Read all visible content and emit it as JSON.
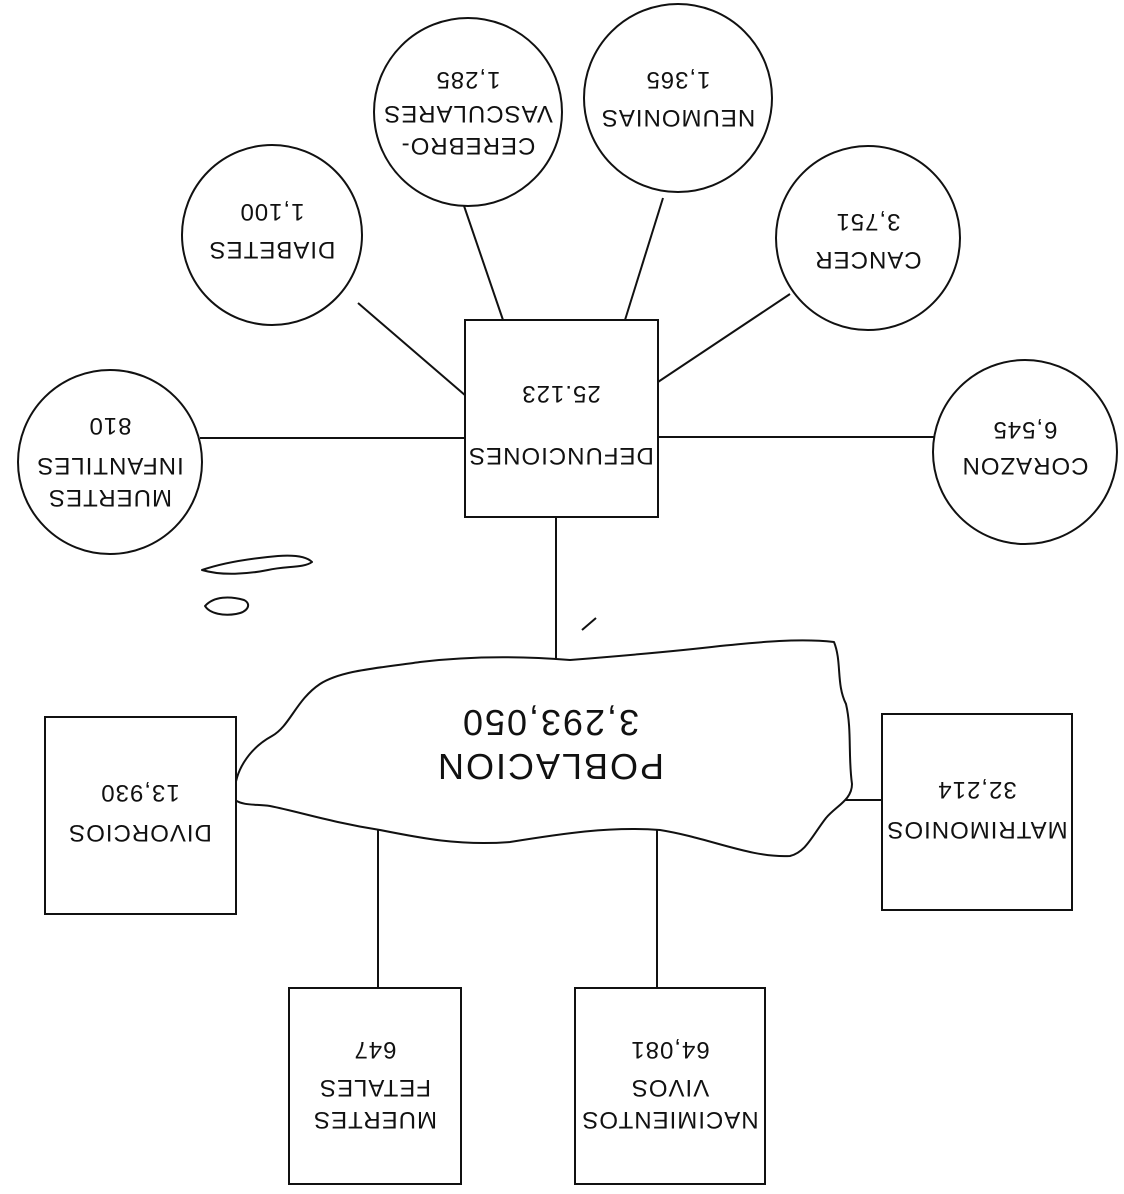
{
  "center": {
    "label": "POBLACION",
    "value": "3,293,050"
  },
  "deaths": {
    "label": "DEFUNCIONES",
    "value": "25.123"
  },
  "causes": {
    "cerebrovascular": {
      "line1": "CEREBRO-",
      "line2": "VASCULARES",
      "value": "1,285"
    },
    "neumonias": {
      "label": "NEUMONIAS",
      "value": "1,365"
    },
    "diabetes": {
      "label": "DIABETES",
      "value": "1,100"
    },
    "cancer": {
      "label": "CANCER",
      "value": "3,751"
    },
    "infant": {
      "line1": "MUERTES",
      "line2": "INFANTILES",
      "value": "810"
    },
    "heart": {
      "label": "CORAZON",
      "value": "6,545"
    }
  },
  "events": {
    "divorces": {
      "label": "DIVORCIOS",
      "value": "13,930"
    },
    "marriages": {
      "label": "MATRIMONIOS",
      "value": "32,214"
    },
    "fetal": {
      "line1": "MUERTES",
      "line2": "FETALES",
      "value": "647"
    },
    "births": {
      "line1": "NACIMIENTOS",
      "line2": "VIVOS",
      "value": "64,081"
    }
  }
}
